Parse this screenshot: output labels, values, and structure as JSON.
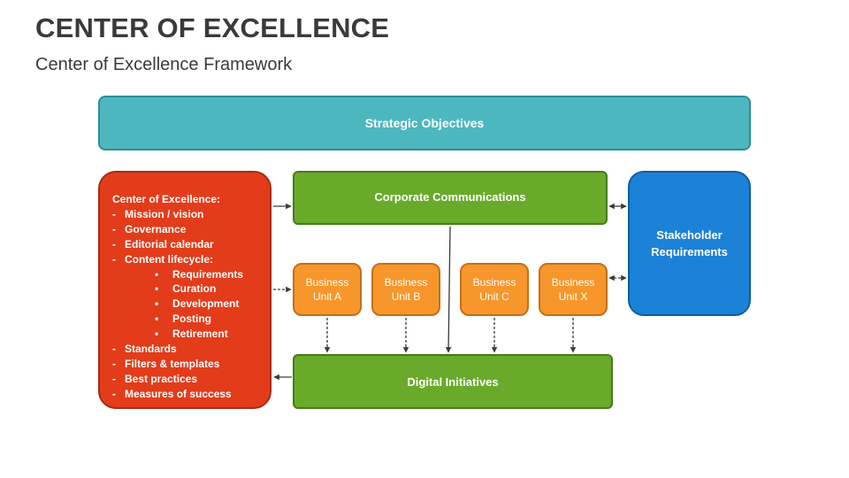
{
  "title": "CENTER OF EXCELLENCE",
  "subtitle": "Center of Excellence Framework",
  "strategic": "Strategic Objectives",
  "coe": {
    "heading": "Center of Excellence:",
    "items_top": [
      "Mission / vision",
      "Governance",
      "Editorial calendar",
      "Content lifecycle:"
    ],
    "lifecycle": [
      "Requirements",
      "Curation",
      "Development",
      "Posting",
      "Retirement"
    ],
    "items_bottom": [
      "Standards",
      "Filters & templates",
      "Best practices",
      "Measures of success"
    ]
  },
  "corporate": "Corporate Communications",
  "digital": "Digital Initiatives",
  "stakeholder": "Stakeholder Requirements",
  "business_units": [
    "Business Unit A",
    "Business Unit B",
    "Business Unit C",
    "Business Unit X"
  ],
  "colors": {
    "teal": "#4db7c0",
    "red": "#e33c1b",
    "green": "#6aaa2a",
    "blue": "#1c82d8",
    "orange": "#f7962b"
  }
}
